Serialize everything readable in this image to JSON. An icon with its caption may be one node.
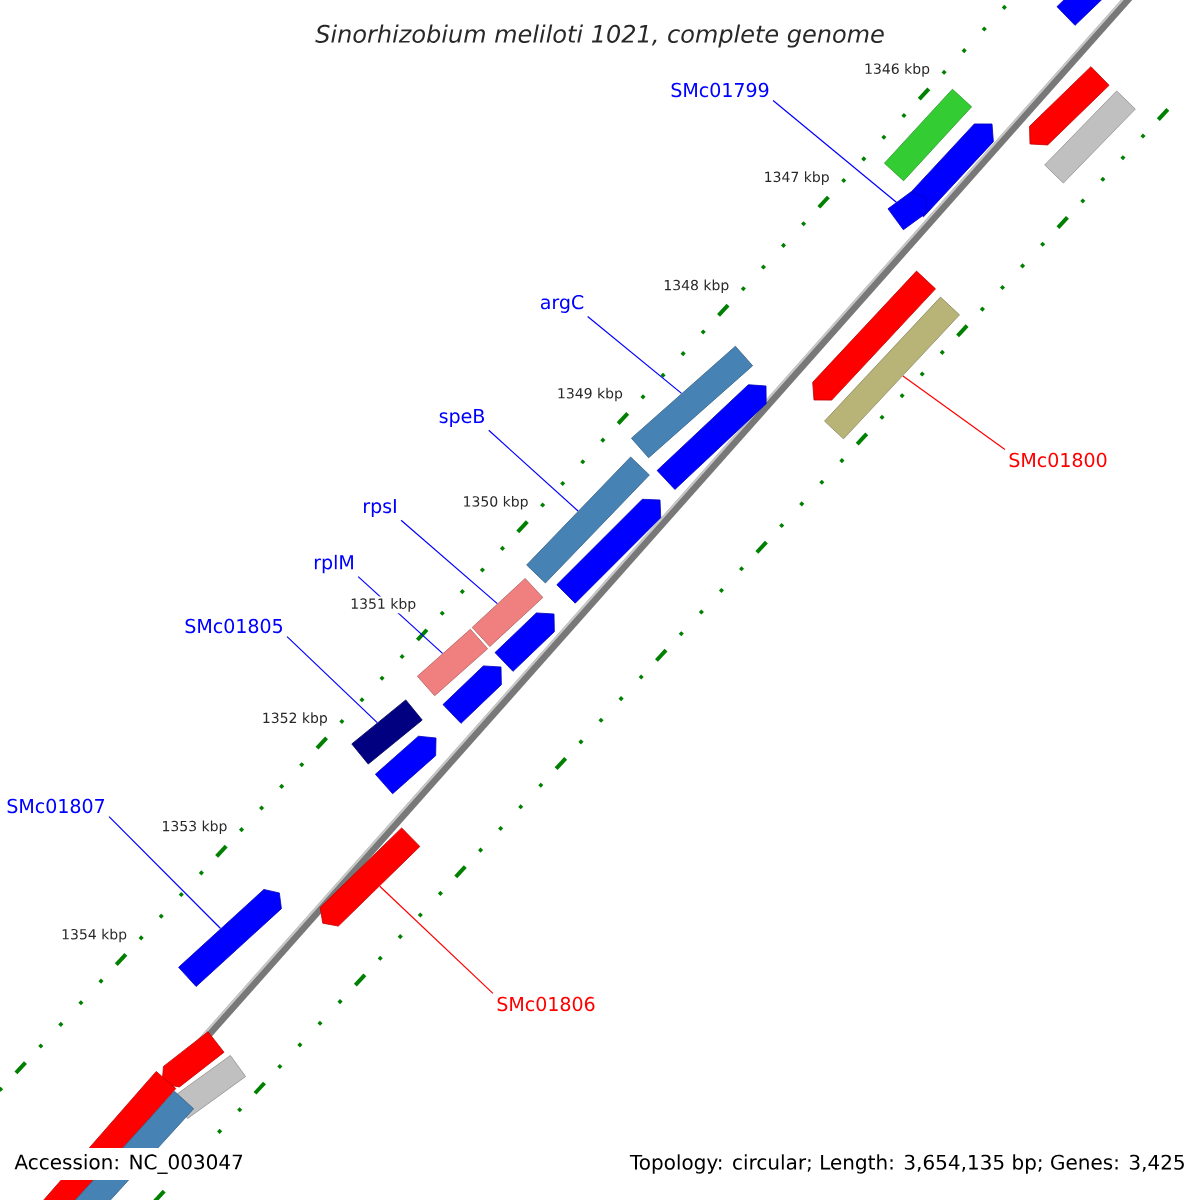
{
  "diagram": {
    "title": "Sinorhizobium meliloti 1021, complete genome",
    "nodes": [
      {
        "text": [
          "SMc01799"
        ]
      },
      {
        "text": [
          "argC"
        ]
      },
      {
        "text": [
          "speB"
        ]
      },
      {
        "text": [
          "SMc01800"
        ]
      },
      {
        "text": [
          "rpsI"
        ]
      },
      {
        "text": [
          "rplM"
        ]
      },
      {
        "text": [
          "SMc01805"
        ]
      },
      {
        "text": [
          "SMc01807"
        ]
      },
      {
        "text": [
          "SMc01806"
        ]
      },
      {
        "text": [],
        "shape": "arrow"
      },
      {
        "text": [],
        "shape": "bar"
      },
      {
        "text": [],
        "shape": "bar"
      },
      {
        "text": [],
        "shape": "bar"
      },
      {
        "text": [],
        "shape": "bar"
      },
      {
        "text": [],
        "shape": "bar"
      },
      {
        "text": [],
        "shape": "bar"
      },
      {
        "text": [],
        "shape": "arrow"
      },
      {
        "text": [],
        "shape": "arrow"
      }
    ],
    "edges": [
      {
        "from": 0,
        "to": 9,
        "arrow": "none"
      },
      {
        "from": 1,
        "to": 11,
        "arrow": "none"
      },
      {
        "from": 2,
        "to": 12,
        "arrow": "none"
      },
      {
        "from": 3,
        "to": 10,
        "arrow": "none",
        "color": "#ff0000"
      },
      {
        "from": 4,
        "to": 13,
        "arrow": "none"
      },
      {
        "from": 5,
        "to": 14,
        "arrow": "none"
      },
      {
        "from": 6,
        "to": 15,
        "arrow": "none"
      },
      {
        "from": 7,
        "to": 17,
        "arrow": "none"
      },
      {
        "from": 8,
        "to": 16,
        "arrow": "none",
        "color": "#ff0000"
      }
    ],
    "labels": [
      "1346 kbp",
      "1347 kbp",
      "1348 kbp",
      "1349 kbp",
      "1350 kbp",
      "1351 kbp",
      "1352 kbp",
      "1353 kbp",
      "1354 kbp",
      "Accession: NC_003047",
      "Topology: circular; Length: 3,654,135 bp; Genes: 3,425"
    ]
  }
}
